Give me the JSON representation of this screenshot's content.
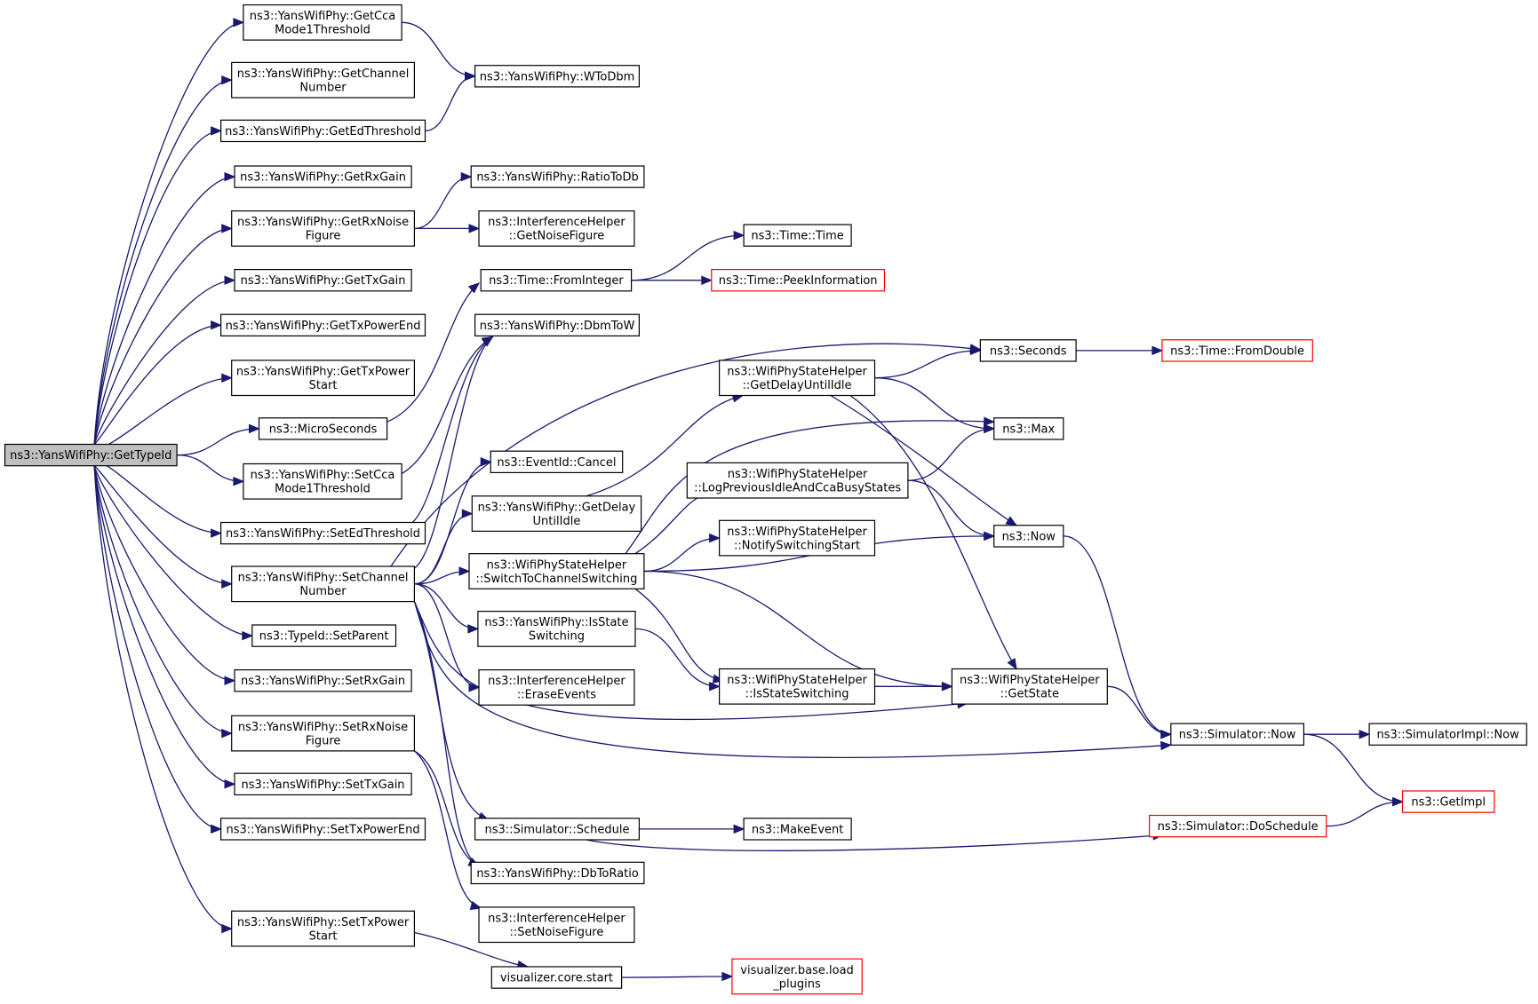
{
  "nodes": [
    {
      "id": "getTypeId",
      "lines": [
        "ns3::YansWifiPhy::GetTypeId"
      ],
      "root": true
    },
    {
      "id": "getCcaMode1Threshold",
      "lines": [
        "ns3::YansWifiPhy::GetCca",
        "Mode1Threshold"
      ]
    },
    {
      "id": "getChannelNumber",
      "lines": [
        "ns3::YansWifiPhy::GetChannel",
        "Number"
      ]
    },
    {
      "id": "getEdThreshold",
      "lines": [
        "ns3::YansWifiPhy::GetEdThreshold"
      ]
    },
    {
      "id": "getRxGain",
      "lines": [
        "ns3::YansWifiPhy::GetRxGain"
      ]
    },
    {
      "id": "getRxNoiseFigure",
      "lines": [
        "ns3::YansWifiPhy::GetRxNoise",
        "Figure"
      ]
    },
    {
      "id": "getTxGain",
      "lines": [
        "ns3::YansWifiPhy::GetTxGain"
      ]
    },
    {
      "id": "getTxPowerEnd",
      "lines": [
        "ns3::YansWifiPhy::GetTxPowerEnd"
      ]
    },
    {
      "id": "getTxPowerStart",
      "lines": [
        "ns3::YansWifiPhy::GetTxPower",
        "Start"
      ]
    },
    {
      "id": "microSeconds",
      "lines": [
        "ns3::MicroSeconds"
      ]
    },
    {
      "id": "setCcaMode1Threshold",
      "lines": [
        "ns3::YansWifiPhy::SetCca",
        "Mode1Threshold"
      ]
    },
    {
      "id": "setEdThreshold",
      "lines": [
        "ns3::YansWifiPhy::SetEdThreshold"
      ]
    },
    {
      "id": "setChannelNumber",
      "lines": [
        "ns3::YansWifiPhy::SetChannel",
        "Number"
      ]
    },
    {
      "id": "setParent",
      "lines": [
        "ns3::TypeId::SetParent"
      ]
    },
    {
      "id": "setRxGain",
      "lines": [
        "ns3::YansWifiPhy::SetRxGain"
      ]
    },
    {
      "id": "setRxNoiseFigure",
      "lines": [
        "ns3::YansWifiPhy::SetRxNoise",
        "Figure"
      ]
    },
    {
      "id": "setTxGain",
      "lines": [
        "ns3::YansWifiPhy::SetTxGain"
      ]
    },
    {
      "id": "setTxPowerEnd",
      "lines": [
        "ns3::YansWifiPhy::SetTxPowerEnd"
      ]
    },
    {
      "id": "setTxPowerStart",
      "lines": [
        "ns3::YansWifiPhy::SetTxPower",
        "Start"
      ]
    },
    {
      "id": "wToDbm",
      "lines": [
        "ns3::YansWifiPhy::WToDbm"
      ]
    },
    {
      "id": "ratioToDb",
      "lines": [
        "ns3::YansWifiPhy::RatioToDb"
      ]
    },
    {
      "id": "ihGetNoiseFigure",
      "lines": [
        "ns3::InterferenceHelper",
        "::GetNoiseFigure"
      ]
    },
    {
      "id": "timeFromInteger",
      "lines": [
        "ns3::Time::FromInteger"
      ]
    },
    {
      "id": "dbmToW",
      "lines": [
        "ns3::YansWifiPhy::DbmToW"
      ]
    },
    {
      "id": "eventIdCancel",
      "lines": [
        "ns3::EventId::Cancel"
      ]
    },
    {
      "id": "getDelayUntilIdle",
      "lines": [
        "ns3::YansWifiPhy::GetDelay",
        "UntilIdle"
      ]
    },
    {
      "id": "switchToChannelSwitching",
      "lines": [
        "ns3::WifiPhyStateHelper",
        "::SwitchToChannelSwitching"
      ]
    },
    {
      "id": "isStateSwitchingPhy",
      "lines": [
        "ns3::YansWifiPhy::IsState",
        "Switching"
      ]
    },
    {
      "id": "ihEraseEvents",
      "lines": [
        "ns3::InterferenceHelper",
        "::EraseEvents"
      ]
    },
    {
      "id": "simulatorSchedule",
      "lines": [
        "ns3::Simulator::Schedule"
      ]
    },
    {
      "id": "dbToRatio",
      "lines": [
        "ns3::YansWifiPhy::DbToRatio"
      ]
    },
    {
      "id": "ihSetNoiseFigure",
      "lines": [
        "ns3::InterferenceHelper",
        "::SetNoiseFigure"
      ]
    },
    {
      "id": "visualizerCoreStart",
      "lines": [
        "visualizer.core.start"
      ]
    },
    {
      "id": "timeTime",
      "lines": [
        "ns3::Time::Time"
      ]
    },
    {
      "id": "timePeekInformation",
      "lines": [
        "ns3::Time::PeekInformation"
      ],
      "truncated": true
    },
    {
      "id": "wpsGetDelayUntilIdle",
      "lines": [
        "ns3::WifiPhyStateHelper",
        "::GetDelayUntilIdle"
      ]
    },
    {
      "id": "logPrevious",
      "lines": [
        "ns3::WifiPhyStateHelper",
        "::LogPreviousIdleAndCcaBusyStates"
      ]
    },
    {
      "id": "notifySwitchingStart",
      "lines": [
        "ns3::WifiPhyStateHelper",
        "::NotifySwitchingStart"
      ]
    },
    {
      "id": "wpsIsStateSwitching",
      "lines": [
        "ns3::WifiPhyStateHelper",
        "::IsStateSwitching"
      ]
    },
    {
      "id": "makeEvent",
      "lines": [
        "ns3::MakeEvent"
      ]
    },
    {
      "id": "vizLoadPlugins",
      "lines": [
        "visualizer.base.load",
        "_plugins"
      ],
      "truncated": true
    },
    {
      "id": "seconds",
      "lines": [
        "ns3::Seconds"
      ]
    },
    {
      "id": "max",
      "lines": [
        "ns3::Max"
      ]
    },
    {
      "id": "now",
      "lines": [
        "ns3::Now"
      ]
    },
    {
      "id": "wpsGetState",
      "lines": [
        "ns3::WifiPhyStateHelper",
        "::GetState"
      ]
    },
    {
      "id": "timeFromDouble",
      "lines": [
        "ns3::Time::FromDouble"
      ],
      "truncated": true
    },
    {
      "id": "simulatorNow",
      "lines": [
        "ns3::Simulator::Now"
      ]
    },
    {
      "id": "simulatorDoSchedule",
      "lines": [
        "ns3::Simulator::DoSchedule"
      ],
      "truncated": true
    },
    {
      "id": "simulatorImplNow",
      "lines": [
        "ns3::SimulatorImpl::Now"
      ]
    },
    {
      "id": "getImpl",
      "lines": [
        "ns3::GetImpl"
      ],
      "truncated": true
    }
  ],
  "edges": [
    [
      "getTypeId",
      "getCcaMode1Threshold"
    ],
    [
      "getTypeId",
      "getChannelNumber"
    ],
    [
      "getTypeId",
      "getEdThreshold"
    ],
    [
      "getTypeId",
      "getRxGain"
    ],
    [
      "getTypeId",
      "getRxNoiseFigure"
    ],
    [
      "getTypeId",
      "getTxGain"
    ],
    [
      "getTypeId",
      "getTxPowerEnd"
    ],
    [
      "getTypeId",
      "getTxPowerStart"
    ],
    [
      "getTypeId",
      "microSeconds"
    ],
    [
      "getTypeId",
      "setCcaMode1Threshold"
    ],
    [
      "getTypeId",
      "setEdThreshold"
    ],
    [
      "getTypeId",
      "setChannelNumber"
    ],
    [
      "getTypeId",
      "setParent"
    ],
    [
      "getTypeId",
      "setRxGain"
    ],
    [
      "getTypeId",
      "setRxNoiseFigure"
    ],
    [
      "getTypeId",
      "setTxGain"
    ],
    [
      "getTypeId",
      "setTxPowerEnd"
    ],
    [
      "getTypeId",
      "setTxPowerStart"
    ],
    [
      "getCcaMode1Threshold",
      "wToDbm"
    ],
    [
      "getEdThreshold",
      "wToDbm"
    ],
    [
      "getRxNoiseFigure",
      "ratioToDb"
    ],
    [
      "getRxNoiseFigure",
      "ihGetNoiseFigure"
    ],
    [
      "microSeconds",
      "timeFromInteger"
    ],
    [
      "setCcaMode1Threshold",
      "dbmToW"
    ],
    [
      "setEdThreshold",
      "dbmToW"
    ],
    [
      "setChannelNumber",
      "dbmToW"
    ],
    [
      "setChannelNumber",
      "seconds"
    ],
    [
      "setChannelNumber",
      "eventIdCancel"
    ],
    [
      "setChannelNumber",
      "getDelayUntilIdle"
    ],
    [
      "setChannelNumber",
      "switchToChannelSwitching"
    ],
    [
      "setChannelNumber",
      "isStateSwitchingPhy"
    ],
    [
      "setChannelNumber",
      "ihEraseEvents"
    ],
    [
      "setChannelNumber",
      "wpsGetState"
    ],
    [
      "setChannelNumber",
      "simulatorNow"
    ],
    [
      "setChannelNumber",
      "simulatorSchedule"
    ],
    [
      "setChannelNumber",
      "dbToRatio"
    ],
    [
      "setRxNoiseFigure",
      "dbToRatio"
    ],
    [
      "setRxNoiseFigure",
      "ihSetNoiseFigure"
    ],
    [
      "setTxPowerStart",
      "visualizerCoreStart"
    ],
    [
      "timeFromInteger",
      "timeTime"
    ],
    [
      "timeFromInteger",
      "timePeekInformation"
    ],
    [
      "getDelayUntilIdle",
      "wpsGetDelayUntilIdle"
    ],
    [
      "switchToChannelSwitching",
      "max"
    ],
    [
      "switchToChannelSwitching",
      "logPrevious"
    ],
    [
      "switchToChannelSwitching",
      "notifySwitchingStart"
    ],
    [
      "switchToChannelSwitching",
      "now"
    ],
    [
      "switchToChannelSwitching",
      "wpsIsStateSwitching"
    ],
    [
      "switchToChannelSwitching",
      "wpsGetState"
    ],
    [
      "isStateSwitchingPhy",
      "wpsIsStateSwitching"
    ],
    [
      "simulatorSchedule",
      "makeEvent"
    ],
    [
      "simulatorSchedule",
      "simulatorDoSchedule"
    ],
    [
      "visualizerCoreStart",
      "vizLoadPlugins"
    ],
    [
      "wpsGetDelayUntilIdle",
      "seconds"
    ],
    [
      "wpsGetDelayUntilIdle",
      "max"
    ],
    [
      "wpsGetDelayUntilIdle",
      "now"
    ],
    [
      "wpsGetDelayUntilIdle",
      "wpsGetState"
    ],
    [
      "logPrevious",
      "max"
    ],
    [
      "logPrevious",
      "now"
    ],
    [
      "wpsIsStateSwitching",
      "wpsGetState"
    ],
    [
      "seconds",
      "timeFromDouble"
    ],
    [
      "now",
      "simulatorNow"
    ],
    [
      "wpsGetState",
      "simulatorNow"
    ],
    [
      "simulatorNow",
      "simulatorImplNow"
    ],
    [
      "simulatorNow",
      "getImpl"
    ],
    [
      "simulatorDoSchedule",
      "getImpl"
    ]
  ]
}
